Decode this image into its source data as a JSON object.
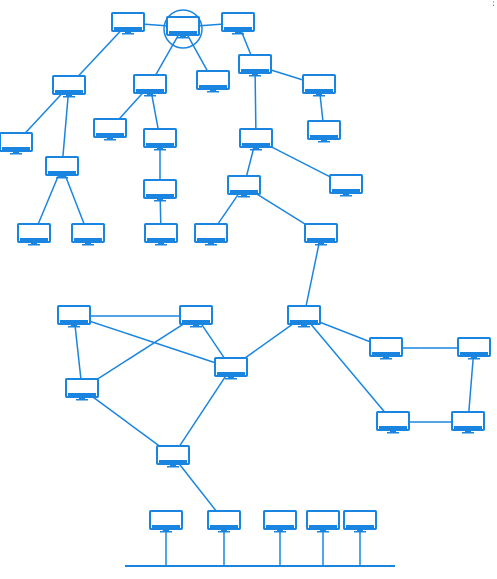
{
  "diagram": {
    "type": "network-topology",
    "color": "#1a85e0",
    "node_icon": "computer-monitor-icon",
    "corner_marker": ":",
    "highlighted_node": "n2",
    "bus_line": true,
    "nodes": [
      {
        "id": "n1"
      },
      {
        "id": "n2"
      },
      {
        "id": "n3"
      },
      {
        "id": "n4"
      },
      {
        "id": "n5"
      },
      {
        "id": "n6"
      },
      {
        "id": "n7"
      },
      {
        "id": "n8"
      },
      {
        "id": "n9"
      },
      {
        "id": "n10"
      },
      {
        "id": "n11"
      },
      {
        "id": "n12"
      },
      {
        "id": "n13"
      },
      {
        "id": "n14"
      },
      {
        "id": "n15"
      },
      {
        "id": "n16"
      },
      {
        "id": "n17"
      },
      {
        "id": "n18"
      },
      {
        "id": "n19"
      },
      {
        "id": "n20"
      },
      {
        "id": "n21"
      },
      {
        "id": "n22"
      },
      {
        "id": "n23"
      },
      {
        "id": "n24"
      },
      {
        "id": "n25"
      },
      {
        "id": "n26"
      },
      {
        "id": "n27"
      },
      {
        "id": "n28"
      },
      {
        "id": "n29"
      },
      {
        "id": "n30"
      },
      {
        "id": "n31"
      },
      {
        "id": "n32"
      },
      {
        "id": "n33"
      },
      {
        "id": "n34"
      },
      {
        "id": "n35"
      },
      {
        "id": "n36"
      },
      {
        "id": "n37"
      },
      {
        "id": "n38"
      }
    ],
    "edges": [
      [
        "n1",
        "n2"
      ],
      [
        "n2",
        "n3"
      ],
      [
        "n1",
        "n4"
      ],
      [
        "n2",
        "n5"
      ],
      [
        "n2",
        "n6"
      ],
      [
        "n3",
        "n7"
      ],
      [
        "n4",
        "n9"
      ],
      [
        "n4",
        "n10"
      ],
      [
        "n5",
        "n11"
      ],
      [
        "n5",
        "n12"
      ],
      [
        "n7",
        "n8"
      ],
      [
        "n7",
        "n14"
      ],
      [
        "n8",
        "n13"
      ],
      [
        "n10",
        "n17"
      ],
      [
        "n10",
        "n18"
      ],
      [
        "n12",
        "n19"
      ],
      [
        "n19",
        "n20"
      ],
      [
        "n14",
        "n15"
      ],
      [
        "n14",
        "n16"
      ],
      [
        "n15",
        "n21"
      ],
      [
        "n15",
        "n22"
      ],
      [
        "n22",
        "n24"
      ],
      [
        "n24",
        "n27"
      ],
      [
        "n24",
        "n30"
      ],
      [
        "n23",
        "n25"
      ],
      [
        "n23",
        "n26"
      ],
      [
        "n23",
        "n27"
      ],
      [
        "n25",
        "n26"
      ],
      [
        "n25",
        "n27"
      ],
      [
        "n26",
        "n28"
      ],
      [
        "n27",
        "n28"
      ],
      [
        "n28",
        "n34"
      ],
      [
        "n30",
        "n31"
      ],
      [
        "n30",
        "n32"
      ],
      [
        "n31",
        "n29"
      ],
      [
        "n32",
        "n33"
      ],
      [
        "n29",
        "n33"
      ]
    ],
    "bus_nodes": [
      "n35",
      "n34",
      "n36",
      "n37",
      "n38"
    ]
  }
}
